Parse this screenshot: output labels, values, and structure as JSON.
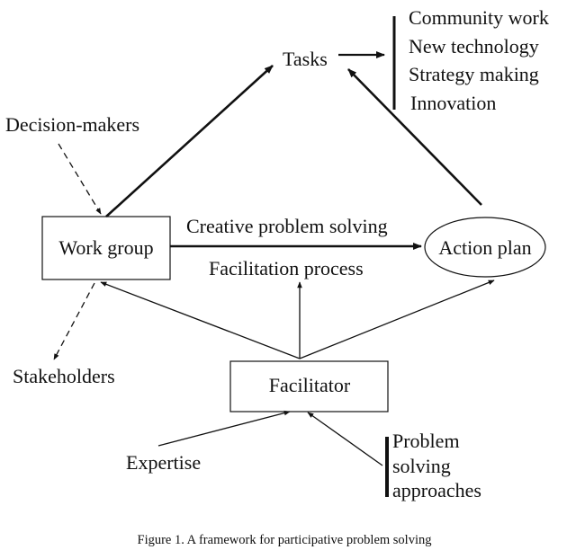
{
  "diagram": {
    "nodes": {
      "tasks": "Tasks",
      "decision_makers": "Decision-makers",
      "work_group": "Work group",
      "action_plan": "Action plan",
      "stakeholders": "Stakeholders",
      "facilitator": "Facilitator",
      "expertise": "Expertise"
    },
    "task_list": [
      "Community work",
      "New technology",
      "Strategy making",
      "Innovation"
    ],
    "edge_labels": {
      "creative_problem_solving": "Creative problem solving",
      "facilitation_process": "Facilitation process"
    },
    "problem_solving_approaches": [
      "Problem",
      "solving",
      "approaches"
    ],
    "colors": {
      "ink": "#111111",
      "background": "#ffffff"
    }
  },
  "caption": "Figure 1. A framework for participative problem solving"
}
